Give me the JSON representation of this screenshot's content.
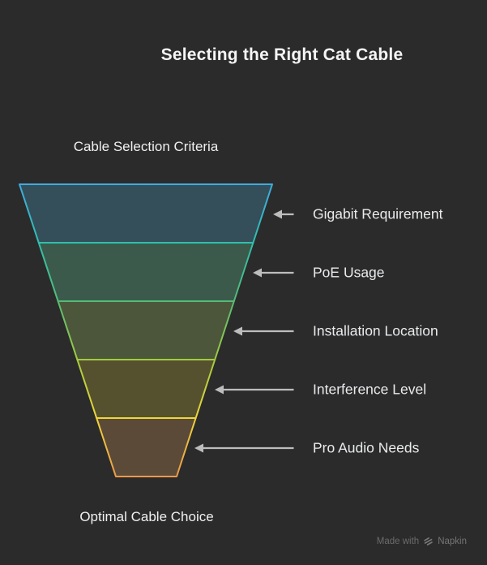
{
  "title": "Selecting the Right Cat Cable",
  "funnel": {
    "top_label": "Cable Selection Criteria",
    "bottom_label": "Optimal Cable Choice",
    "stages": [
      {
        "label": "Gigabit Requirement",
        "fill": "#344f5a"
      },
      {
        "label": "PoE Usage",
        "fill": "#3b5a4b"
      },
      {
        "label": "Installation Location",
        "fill": "#4c563a"
      },
      {
        "label": "Interference Level",
        "fill": "#55512f"
      },
      {
        "label": "Pro Audio Needs",
        "fill": "#5c4a38"
      }
    ],
    "stroke_gradient": [
      "#41aadf",
      "#2fbfae",
      "#54bb77",
      "#a2cb40",
      "#eed63a",
      "#eb9a4b"
    ],
    "arrow_color": "#bdbdbd"
  },
  "colors": {
    "background": "#2b2b2b",
    "title_text": "#f5f5f5",
    "label_text": "#e9eaec",
    "caption_text": "#f0f0f0",
    "watermark_text": "#6b6b6b"
  },
  "watermark": {
    "prefix": "Made with",
    "brand": "Napkin",
    "icon": "napkin-logo-icon"
  }
}
